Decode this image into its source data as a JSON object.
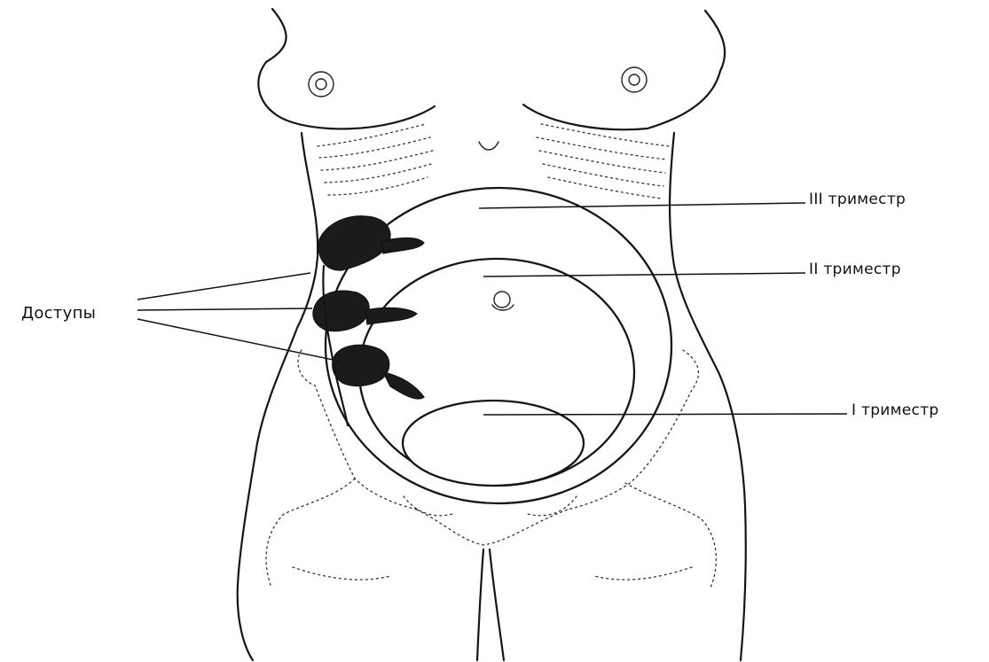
{
  "labels": {
    "access": "Доступы",
    "trimester_3": "III триместр",
    "trimester_2": "II триместр",
    "trimester_1": "I триместр"
  },
  "colors": {
    "ink": "#151515",
    "background": "#ffffff"
  }
}
